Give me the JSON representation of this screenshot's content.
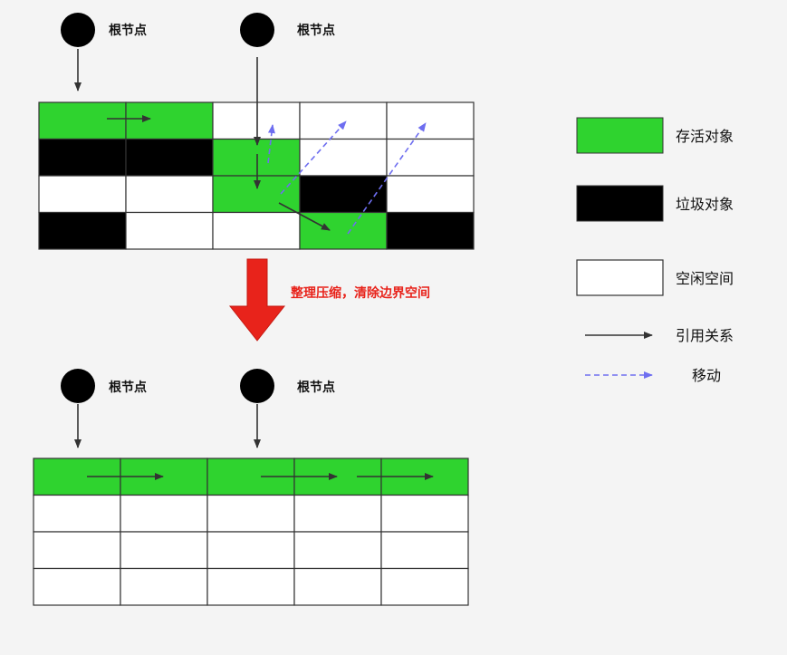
{
  "colors": {
    "live": "#2fd32f",
    "garbage": "#000000",
    "free": "#ffffff",
    "grid": "#333333",
    "reference_arrow": "#333333",
    "move_arrow": "#6e6ef0",
    "compact_arrow": "#e8231b",
    "background": "#f4f4f4"
  },
  "before": {
    "root_label": "根节点",
    "cells": [
      [
        "live",
        "live",
        "free",
        "free",
        "free"
      ],
      [
        "garbage",
        "garbage",
        "live",
        "free",
        "free"
      ],
      [
        "free",
        "free",
        "live",
        "garbage",
        "free"
      ],
      [
        "garbage",
        "free",
        "free",
        "live",
        "garbage"
      ]
    ]
  },
  "compact_note": "整理压缩，清除边界空间",
  "after": {
    "root_label": "根节点",
    "cells": [
      [
        "live",
        "live",
        "live",
        "live",
        "live"
      ],
      [
        "free",
        "free",
        "free",
        "free",
        "free"
      ],
      [
        "free",
        "free",
        "free",
        "free",
        "free"
      ],
      [
        "free",
        "free",
        "free",
        "free",
        "free"
      ]
    ]
  },
  "legend": {
    "live": "存活对象",
    "garbage": "垃圾对象",
    "free": "空闲空间",
    "reference": "引用关系",
    "move": "移动"
  }
}
